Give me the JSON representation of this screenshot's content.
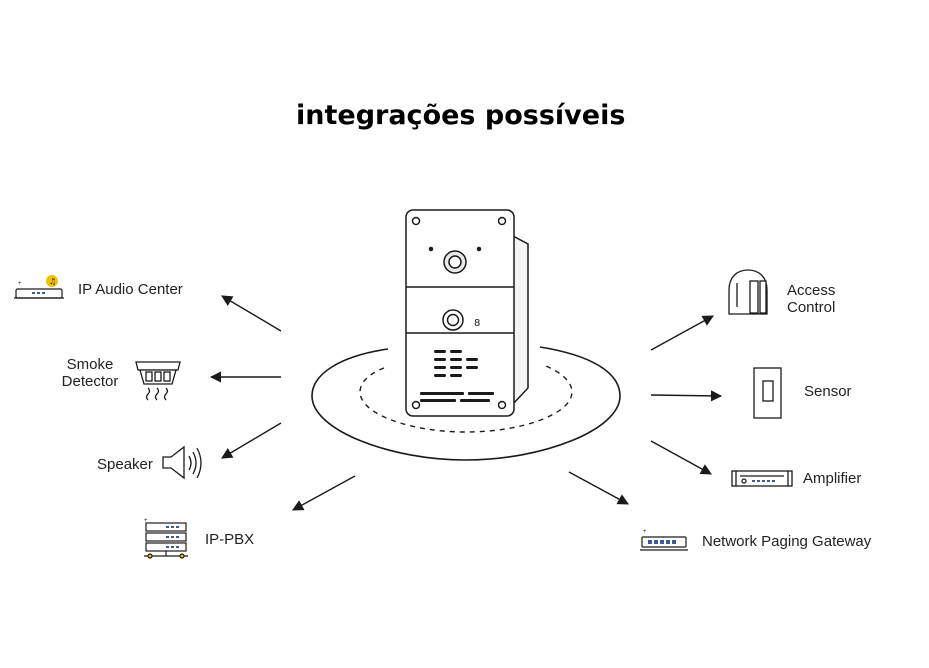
{
  "title": "integrações possíveis",
  "devices": {
    "ip_audio_center": "IP Audio Center",
    "smoke_detector_line1": "Smoke",
    "smoke_detector_line2": "Detector",
    "speaker": "Speaker",
    "ip_pbx": "IP-PBX",
    "access_control_line1": "Access",
    "access_control_line2": "Control",
    "sensor": "Sensor",
    "amplifier": "Amplifier",
    "network_paging_gateway": "Network Paging Gateway"
  },
  "colors": {
    "stroke": "#1a1a1a",
    "accent": "#f2c200",
    "port_blue": "#3d5a9a"
  }
}
